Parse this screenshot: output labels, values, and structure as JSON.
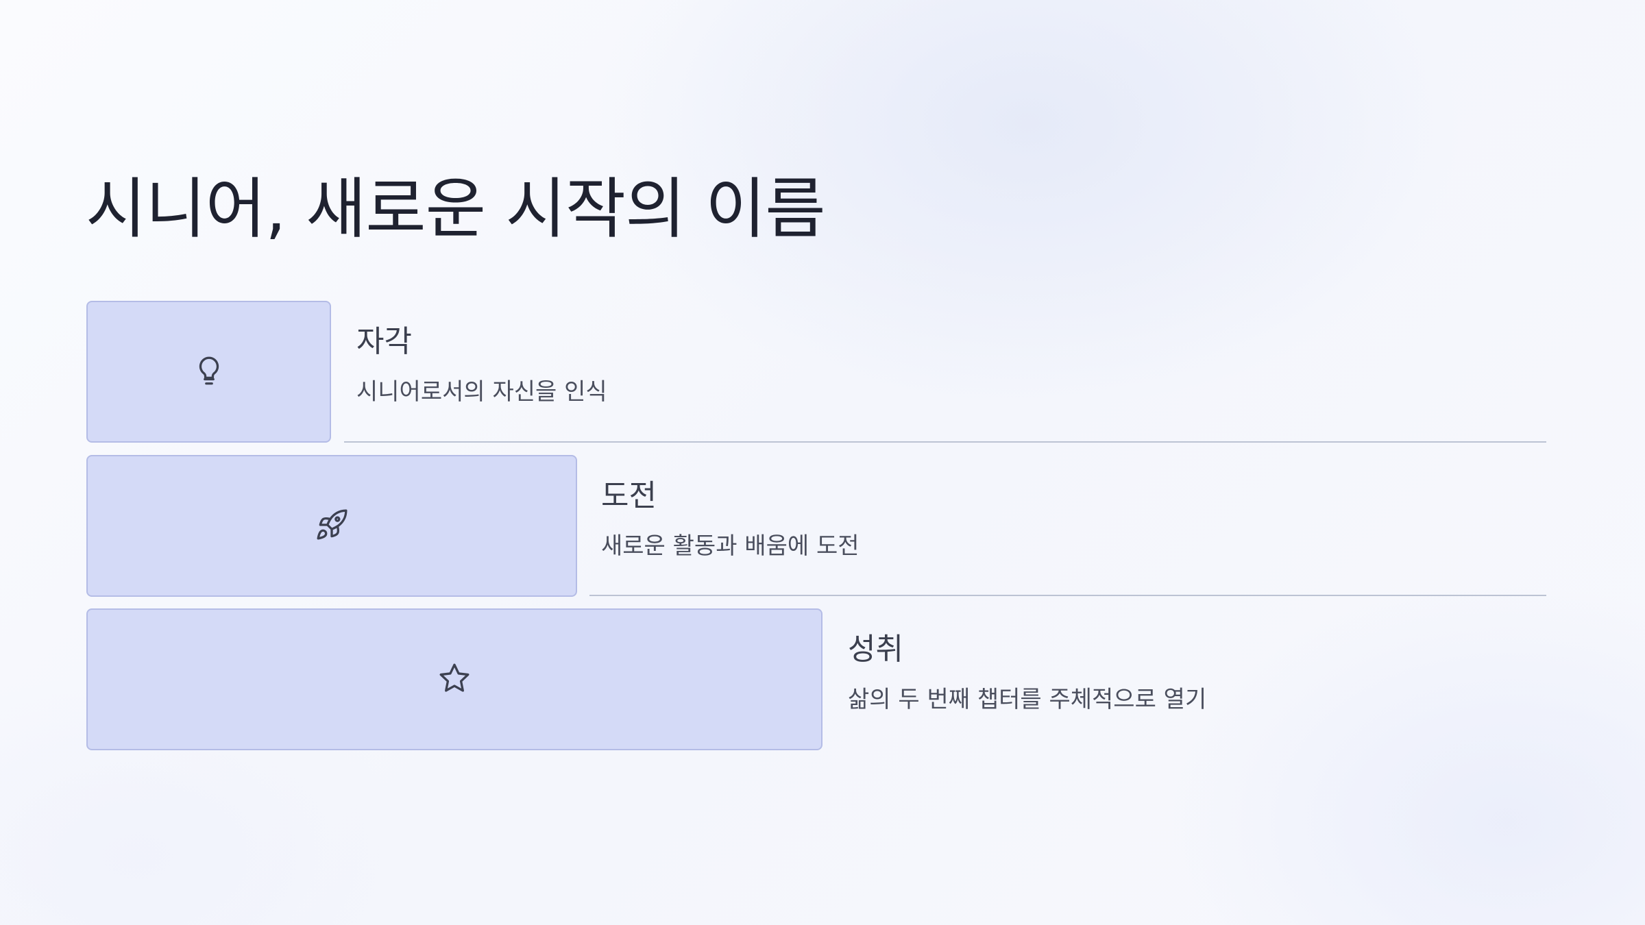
{
  "title": "시니어, 새로운 시작의 이름",
  "steps": [
    {
      "heading": "자각",
      "description": "시니어로서의 자신을 인식",
      "icon": "lightbulb-icon"
    },
    {
      "heading": "도전",
      "description": "새로운 활동과 배움에 도전",
      "icon": "rocket-icon"
    },
    {
      "heading": "성취",
      "description": "삶의 두 번째 챕터를 주체적으로 열기",
      "icon": "star-icon"
    }
  ],
  "colors": {
    "box_fill": "#d4daf7",
    "box_border": "#b4bce6",
    "title": "#1f2230",
    "background": "#f7f8fd"
  }
}
